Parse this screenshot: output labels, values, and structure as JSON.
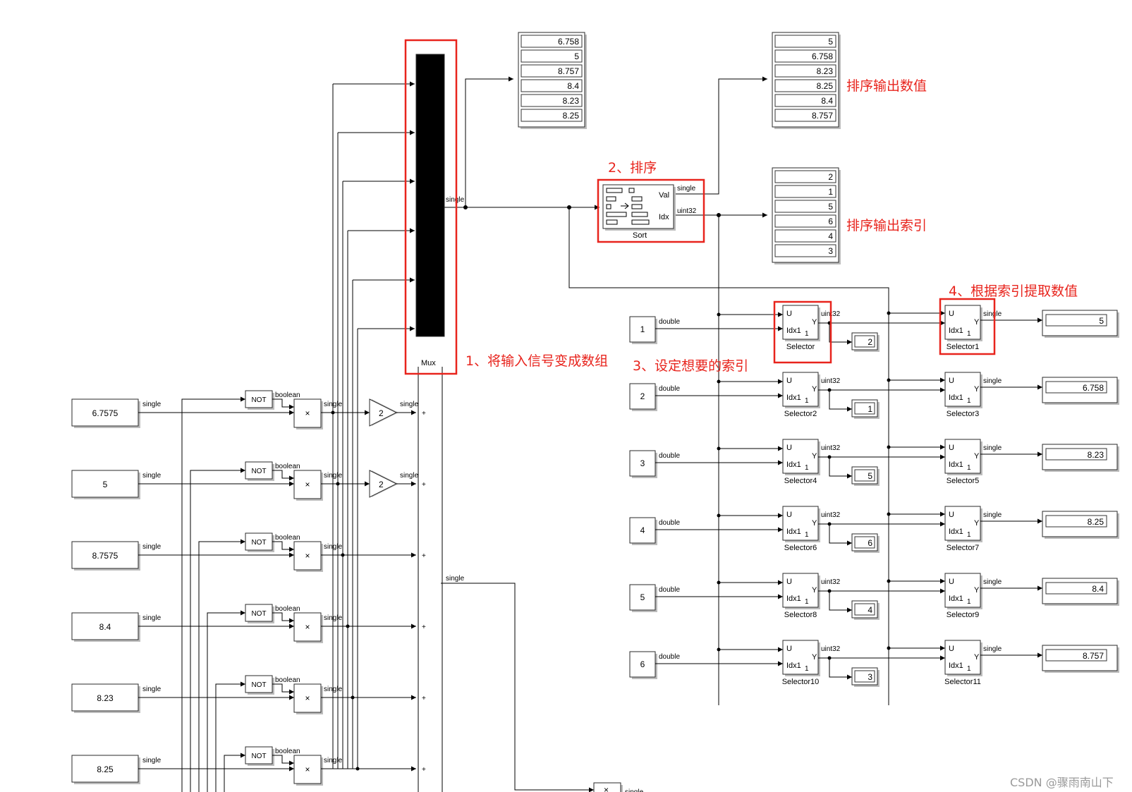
{
  "constants_left": [
    "6.7575",
    "5",
    "8.7575",
    "8.4",
    "8.23",
    "8.25"
  ],
  "index_constants": [
    "1",
    "2",
    "3",
    "4",
    "5",
    "6"
  ],
  "mux_label": "Mux",
  "mux_out_label": "single",
  "not_label": "NOT",
  "boolean_label": "boolean",
  "single_label": "single",
  "double_label": "double",
  "uint32_label": "uint32",
  "gain_value": "2",
  "mux_display_values": [
    "6.758",
    "5",
    "8.757",
    "8.4",
    "8.23",
    "8.25"
  ],
  "sorted_values_display": [
    "5",
    "6.758",
    "8.23",
    "8.25",
    "8.4",
    "8.757"
  ],
  "sorted_index_display": [
    "2",
    "1",
    "5",
    "6",
    "4",
    "3"
  ],
  "sort_block": {
    "name": "Sort",
    "port_val": "Val",
    "port_idx": "Idx",
    "val_type": "single",
    "idx_type": "uint32"
  },
  "selectors_a": [
    {
      "name": "Selector",
      "idx_out": "2"
    },
    {
      "name": "Selector2",
      "idx_out": "1"
    },
    {
      "name": "Selector4",
      "idx_out": "5"
    },
    {
      "name": "Selector6",
      "idx_out": "6"
    },
    {
      "name": "Selector8",
      "idx_out": "4"
    },
    {
      "name": "Selector10",
      "idx_out": "3"
    }
  ],
  "selectors_b": [
    {
      "name": "Selector1",
      "value_out": "5"
    },
    {
      "name": "Selector3",
      "value_out": "6.758"
    },
    {
      "name": "Selector5",
      "value_out": "8.23"
    },
    {
      "name": "Selector7",
      "value_out": "8.25"
    },
    {
      "name": "Selector9",
      "value_out": "8.4"
    },
    {
      "name": "Selector11",
      "value_out": "8.757"
    }
  ],
  "selector_ports": {
    "u": "U",
    "y": "Y",
    "idx": "Idx1",
    "sub": "1"
  },
  "annotations": {
    "step1": "1、将输入信号变成数组",
    "step2": "2、排序",
    "step3": "3、设定想要的索引",
    "step4": "4、根据索引提取数值",
    "sorted_values": "排序输出数值",
    "sorted_index": "排序输出索引"
  },
  "multiply_symbol": "×",
  "plus_symbol": "+",
  "watermark": "CSDN @骤雨南山下",
  "colors": {
    "annotation": "#e8241d",
    "line": "#000000",
    "watermark": "#9a9a9a"
  }
}
